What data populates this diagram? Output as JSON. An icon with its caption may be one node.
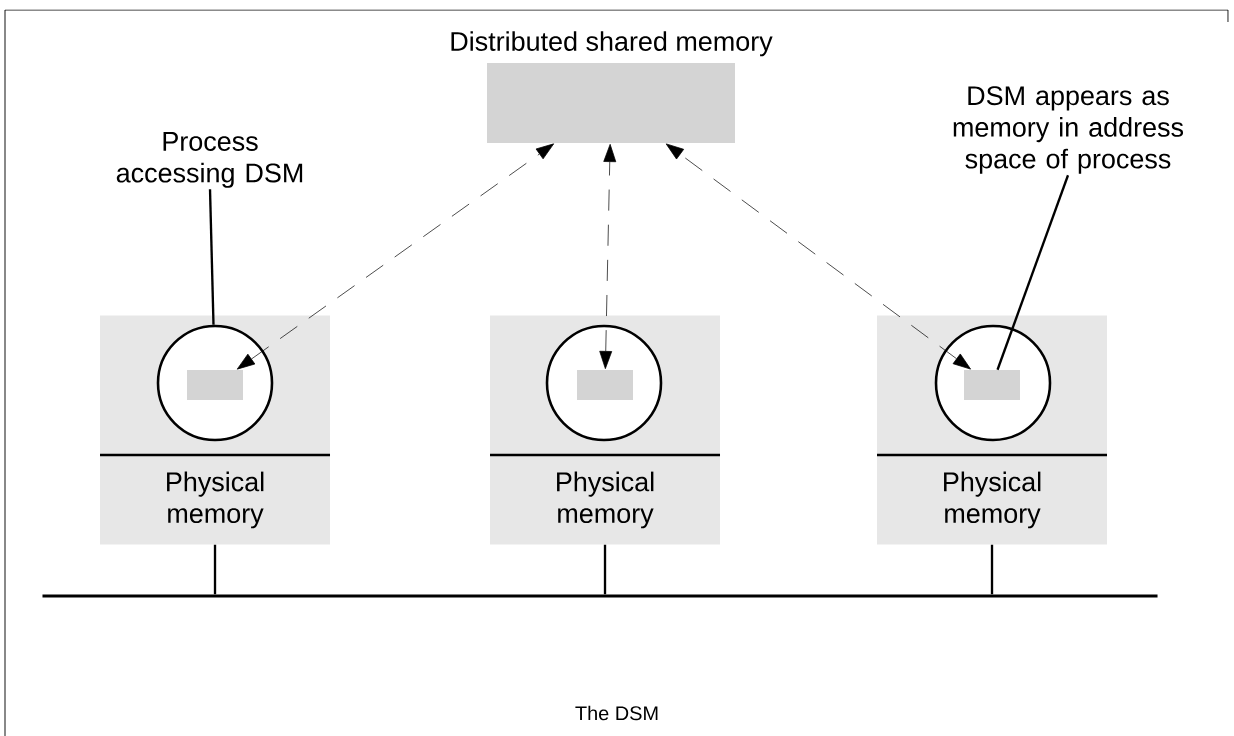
{
  "diagram": {
    "caption": "The DSM",
    "nodes": [
      {
        "text": [
          "Distributed shared memory"
        ]
      },
      {
        "text": [
          "Physical memory"
        ]
      },
      {
        "text": [
          "Physical memory"
        ]
      },
      {
        "text": [
          "Physical memory"
        ]
      },
      {
        "text": [],
        "shape": "circle",
        "in": 1
      },
      {
        "text": [],
        "shape": "circle",
        "in": 2
      },
      {
        "text": [],
        "shape": "circle",
        "in": 3
      },
      {
        "text": [],
        "shape": "box",
        "in": 4
      },
      {
        "text": [],
        "shape": "box",
        "in": 5
      },
      {
        "text": [],
        "shape": "box",
        "in": 6
      },
      {
        "text": [
          "Process accessing DSM"
        ]
      },
      {
        "text": [
          "DSM appears as memory in address space of process"
        ]
      },
      {
        "text": [],
        "shape": "bar"
      }
    ],
    "edges": [
      {
        "from": 7,
        "to": 0,
        "arrow": "both",
        "style": "dashed"
      },
      {
        "from": 8,
        "to": 0,
        "arrow": "both",
        "style": "dashed"
      },
      {
        "from": 9,
        "to": 0,
        "arrow": "both",
        "style": "dashed"
      },
      {
        "from": 10,
        "to": 4,
        "arrow": "none"
      },
      {
        "from": 11,
        "to": 9,
        "arrow": "none"
      },
      {
        "from": 1,
        "to": 12,
        "arrow": "none"
      },
      {
        "from": 2,
        "to": 12,
        "arrow": "none"
      },
      {
        "from": 3,
        "to": 12,
        "arrow": "none"
      }
    ]
  }
}
